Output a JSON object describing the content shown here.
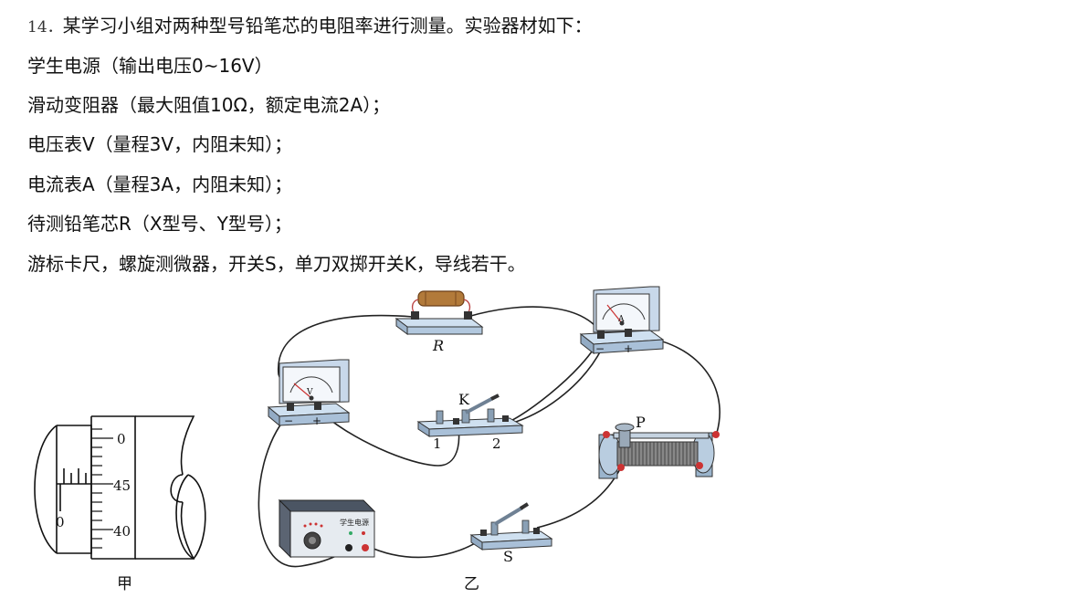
{
  "question": {
    "number": "14．",
    "stem": "某学习小组对两种型号铅笔芯的电阻率进行测量。实验器材如下：",
    "items": [
      "学生电源（输出电压0~16V）",
      "滑动变阻器（最大阻值10Ω，额定电流2A）；",
      "电压表V（量程3V，内阻未知）；",
      "电流表A（量程3A，内阻未知）；",
      "待测铅笔芯R（X型号、Y型号）；",
      "游标卡尺，螺旋测微器，开关S，单刀双掷开关K，导线若干。"
    ]
  },
  "figure_jia": {
    "caption": "甲",
    "scale_labels": [
      "0",
      "45",
      "40"
    ],
    "main_scale_label": "0"
  },
  "figure_yi": {
    "caption": "乙",
    "labels": {
      "resistor": "R",
      "switch_k": "K",
      "k_pos1": "1",
      "k_pos2": "2",
      "slider": "P",
      "switch_s": "S",
      "voltmeter": "V",
      "ammeter": "A",
      "minus": "−",
      "plus": "+",
      "power_supply": "学生电源"
    }
  }
}
